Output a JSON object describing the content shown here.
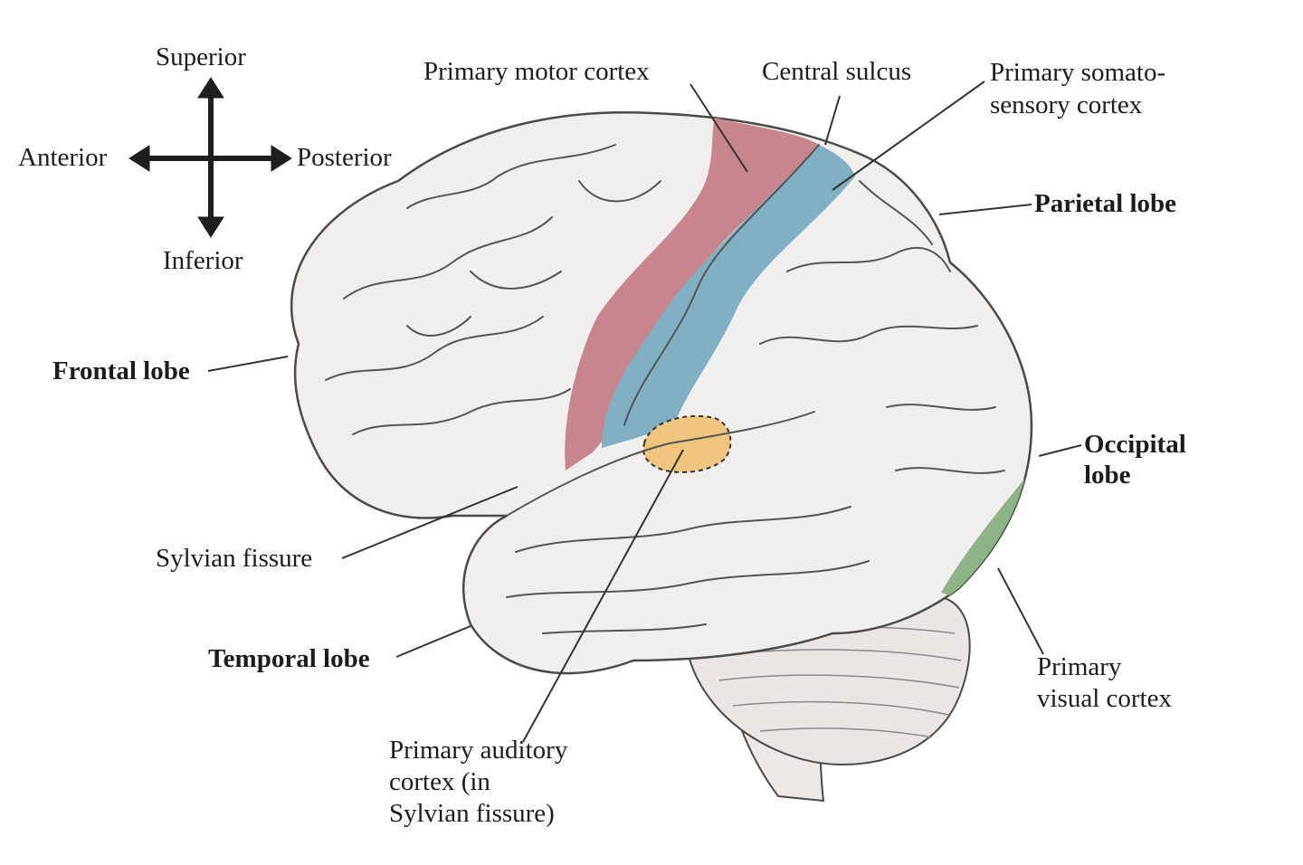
{
  "orientation": {
    "superior": "Superior",
    "inferior": "Inferior",
    "anterior": "Anterior",
    "posterior": "Posterior"
  },
  "labels": {
    "primary_motor_cortex": "Primary motor cortex",
    "central_sulcus": "Central sulcus",
    "primary_somatosensory_cortex": "Primary somato-\nsensory cortex",
    "parietal_lobe": "Parietal lobe",
    "frontal_lobe": "Frontal lobe",
    "occipital_lobe": "Occipital\nlobe",
    "sylvian_fissure": "Sylvian fissure",
    "temporal_lobe": "Temporal lobe",
    "primary_visual_cortex": "Primary\nvisual cortex",
    "primary_auditory_cortex": "Primary auditory\ncortex (in\nSylvian fissure)"
  },
  "colors": {
    "motor_cortex": "#c8868c",
    "somatosensory_cortex": "#7fb0c4",
    "auditory_cortex": "#f0c57e",
    "visual_cortex": "#8db486",
    "brain_fill": "#f1efed",
    "brain_outline": "#4a4a4a"
  }
}
